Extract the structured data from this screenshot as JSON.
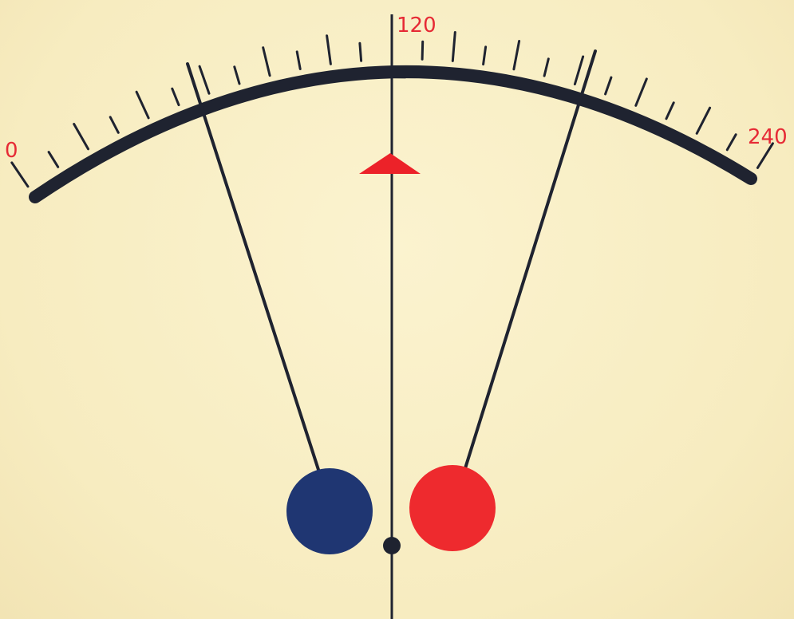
{
  "colors": {
    "background": "#f8efc4",
    "ink": "#1f2330",
    "scale_label": "#e62a35",
    "marker": "#ec2229",
    "left_ball": "#1f3672",
    "right_ball": "#ee2a2e"
  },
  "scale": {
    "labels": [
      "0",
      "120",
      "240"
    ],
    "min": 0,
    "center": 120,
    "max": 240
  },
  "icons": {
    "marker": "red-triangle-marker",
    "pivot": "pivot-dot",
    "left_ball": "blue-ball",
    "right_ball": "red-ball"
  }
}
